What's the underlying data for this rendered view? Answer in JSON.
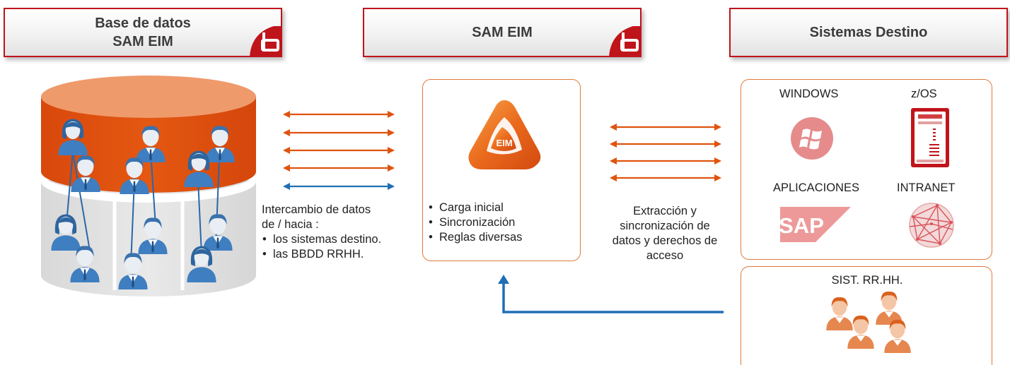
{
  "headers": {
    "database": {
      "line1": "Base de datos",
      "line2": "SAM EIM"
    },
    "sam": {
      "title": "SAM EIM"
    },
    "targets": {
      "title": "Sistemas Destino"
    }
  },
  "exchange": {
    "intro_line1": "Intercambio de datos",
    "intro_line2": "de / hacia :",
    "items": [
      "los sistemas destino.",
      "las BBDD RRHH."
    ]
  },
  "eim": {
    "logo_text": "EIM",
    "items": [
      "Carga inicial",
      "Sincronización",
      "Reglas diversas"
    ]
  },
  "extraction": {
    "lines": [
      "Extracción y",
      "sincronización de",
      "datos y derechos de",
      "acceso"
    ]
  },
  "targets": {
    "windows": "WINDOWS",
    "zos": "z/OS",
    "applications": "APLICACIONES",
    "intranet": "INTRANET",
    "sap_logo": "SAP"
  },
  "hr": {
    "label": "SIST. RR.HH."
  },
  "colors": {
    "orange": "#e0530f",
    "blue": "#1f6fb5",
    "red_border": "#c0141b",
    "panel_border": "#e07a3c",
    "user_blue": "#3f7ec0"
  }
}
